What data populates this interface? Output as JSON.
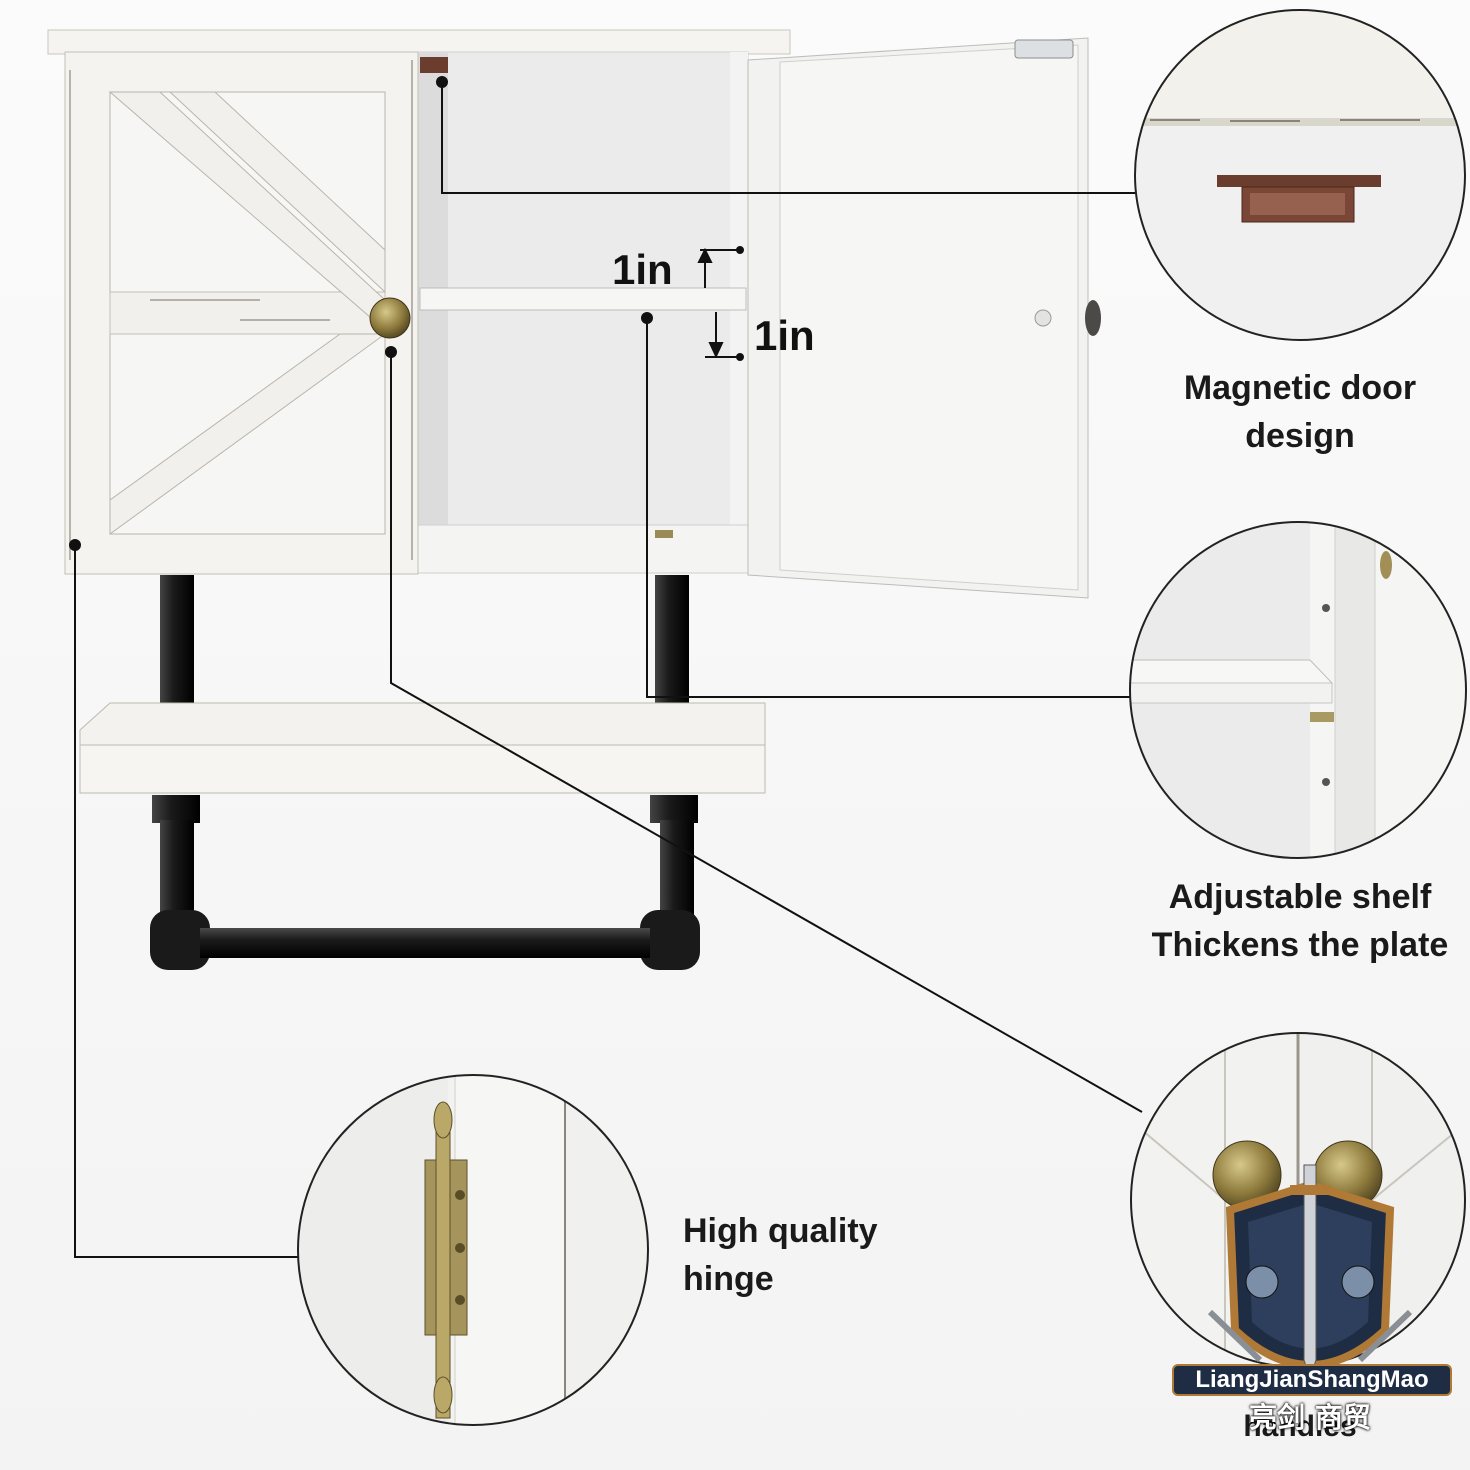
{
  "callouts": {
    "magnetic": "Magnetic door\ndesign",
    "shelf": "Adjustable shelf\nThickens the plate",
    "hinge": "High quality\nhinge",
    "handles": "handles"
  },
  "dimensions": {
    "top": "1in",
    "bottom": "1in"
  },
  "watermark": {
    "latin": "LiangJianShangMao",
    "chinese": "亮剑 商贸"
  },
  "colors": {
    "wood": "#f4f3ef",
    "interior": "#e8e8e8",
    "pipe": "#1d1d1f",
    "brass": "#8a7a45",
    "line": "#111111"
  }
}
